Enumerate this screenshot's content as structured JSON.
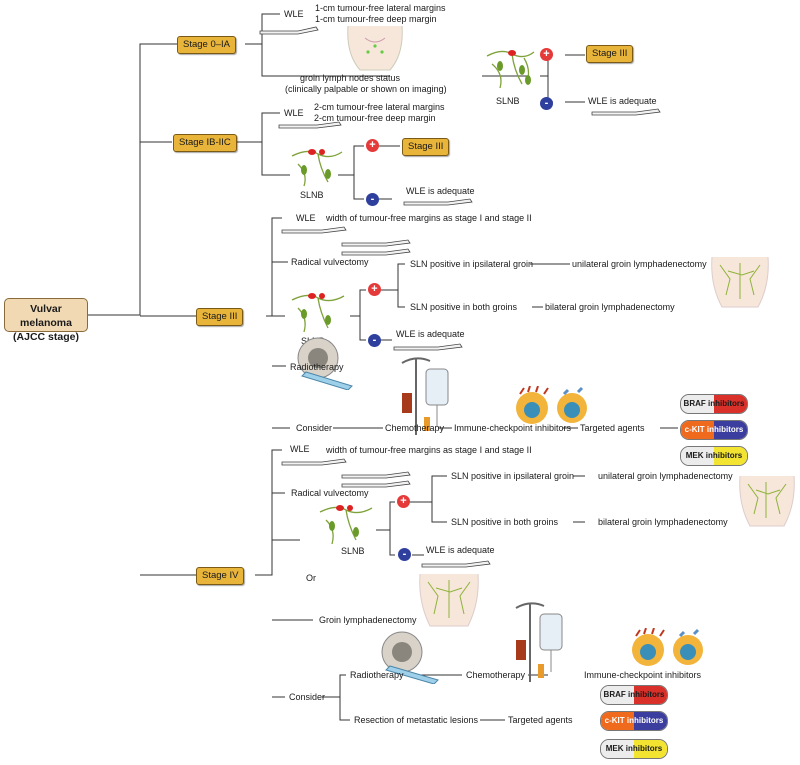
{
  "root": {
    "line1": "Vulvar melanoma",
    "line2": "(AJCC stage)"
  },
  "stage0": {
    "label": "Stage 0–IA",
    "wle": "WLE",
    "margin_lateral": "1-cm tumour-free lateral margins",
    "margin_deep": "1-cm tumour-free deep margin",
    "groin_line1": "groin lymph nodes status",
    "groin_line2": "(clinically palpable or shown on imaging)",
    "slnb": "SLNB",
    "pos_result": "Stage  III",
    "neg_result": "WLE is adequate"
  },
  "stage1": {
    "label": "Stage IB-IIC",
    "wle": "WLE",
    "margin_lateral": "2-cm tumour-free lateral margins",
    "margin_deep": "2-cm tumour-free deep margin",
    "slnb": "SLNB",
    "pos_result": "Stage  III",
    "neg_result": "WLE is adequate"
  },
  "stage3": {
    "label": "Stage  III",
    "wle": "WLE",
    "wle_desc": "width of tumour-free margins as stage I and stage II",
    "radical": "Radical vulvectomy",
    "slnb": "SLNB",
    "sln_ipsi": "SLN positive in ipsilateral groin",
    "sln_ipsi_tx": "unilateral groin lymphadenectomy",
    "sln_both": "SLN positive in both groins",
    "sln_both_tx": "bilateral groin lymphadenectomy",
    "neg_result": "WLE is adequate",
    "radiotherapy": "Radiotherapy",
    "consider": "Consider",
    "chemotherapy": "Chemotherapy",
    "immune": "Immune-checkpoint inhibitors",
    "targeted": "Targeted agents",
    "braf": "BRAF inhibitors",
    "ckit": "c-KIT inhibitors",
    "mek": "MEK inhibitors"
  },
  "stage4": {
    "label": "Stage IV",
    "wle": "WLE",
    "wle_desc": "width of tumour-free margins as stage I and stage II",
    "radical": "Radical vulvectomy",
    "slnb": "SLNB",
    "sln_ipsi": "SLN positive in ipsilateral groin",
    "sln_ipsi_tx": "unilateral groin lymphadenectomy",
    "sln_both": "SLN positive in both groins",
    "sln_both_tx": "bilateral groin lymphadenectomy",
    "neg_result": "WLE is adequate",
    "or": "Or",
    "groin": "Groin lymphadenectomy",
    "consider": "Consider",
    "radiotherapy": "Radiotherapy",
    "chemotherapy": "Chemotherapy",
    "immune": "Immune-checkpoint inhibitors",
    "resection": "Resection of metastatic lesions",
    "targeted": "Targeted agents",
    "braf": "BRAF inhibitors",
    "ckit": "c-KIT inhibitors",
    "mek": "MEK inhibitors"
  },
  "signs": {
    "plus": "+",
    "minus": "-"
  },
  "colors": {
    "stage_box": "#e8b43a",
    "root_box": "#f1d9b4",
    "plus": "#e53a3a",
    "minus": "#2e3f9e"
  }
}
